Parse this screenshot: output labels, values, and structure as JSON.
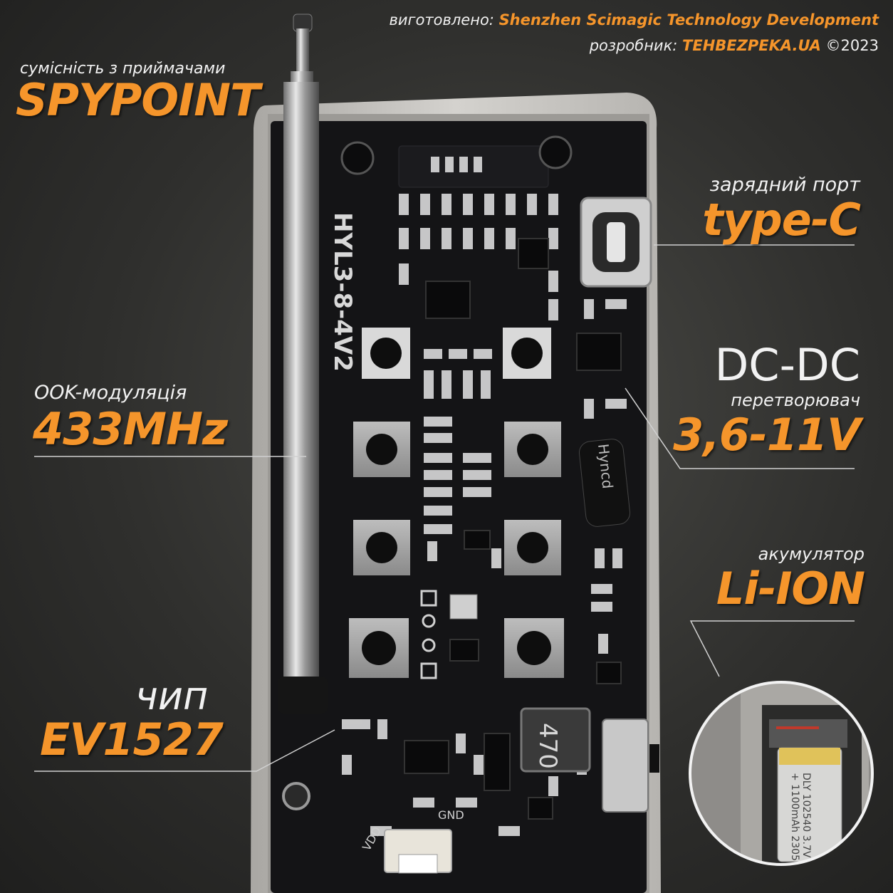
{
  "header": {
    "made_label": "виготовлено:",
    "maker": "Shenzhen Scimagic Technology Development",
    "dev_label": "розробник:",
    "developer": "TEHBEZPEKA.UA",
    "copyright": "©2023"
  },
  "callouts": {
    "compat_caption": "сумісність з приймачами",
    "compat_value": "SPYPOINT",
    "port_caption": "зарядний порт",
    "port_value": "type-C",
    "mod_caption": "OOK-модуляція",
    "mod_value": "433MHz",
    "dcdc_title": "DC-DC",
    "dcdc_caption": "перетворювач",
    "dcdc_value": "3,6-11V",
    "battery_caption": "акумулятор",
    "battery_value": "Li-ION",
    "chip_caption": "чип",
    "chip_value": "EV1527"
  },
  "board": {
    "silk_model": "HYL3-8-4V2",
    "inductor": "470",
    "vdd": "VDD",
    "gnd": "GND",
    "capacitor": "Hyncd"
  },
  "battery": {
    "line1": "DLY 102540 3.7V",
    "line2": "+ 1100mAh  2305"
  },
  "colors": {
    "accent": "#f5952b",
    "pcb": "#141416",
    "case": "#c9c7c3"
  }
}
